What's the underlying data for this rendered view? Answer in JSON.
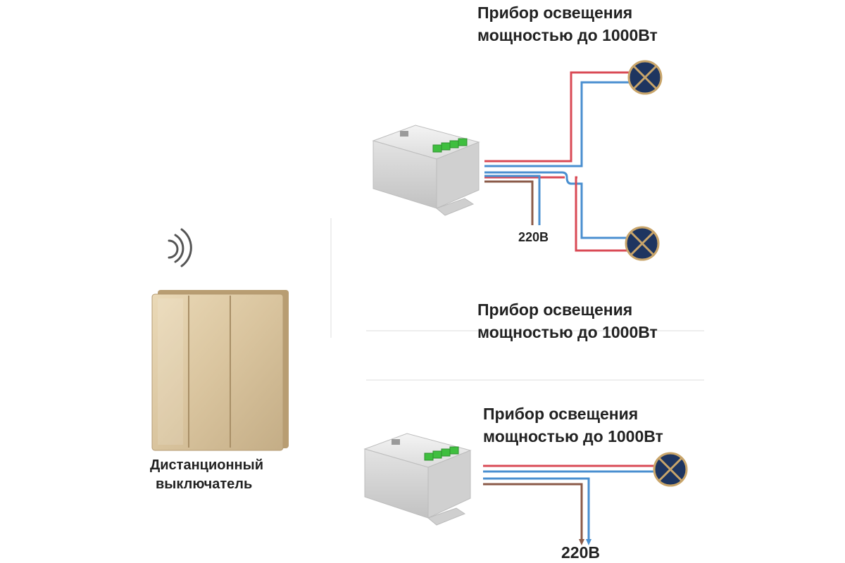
{
  "colors": {
    "phase_wire": "#d94a55",
    "neutral_wire": "#4a8fd0",
    "supply_wire": "#8a5a48",
    "lamp_fill": "#1e3560",
    "switch_face": "#d9c49e"
  },
  "labels": {
    "lamp_top": [
      "Прибор освещения",
      "мощностью до 1000Вт"
    ],
    "lamp_middle": [
      "Прибор освещения",
      "мощностью до 1000Вт"
    ],
    "lamp_bottom": [
      "Прибор освещения",
      "мощностью до 1000Вт"
    ],
    "voltage_top": "220В",
    "voltage_bottom": "220В",
    "switch": [
      "Дистанционный",
      "выключатель"
    ]
  },
  "icons": {
    "signal": "wifi-signal-icon",
    "lamp": "lamp-cross-icon",
    "relay": "relay-module-icon"
  }
}
